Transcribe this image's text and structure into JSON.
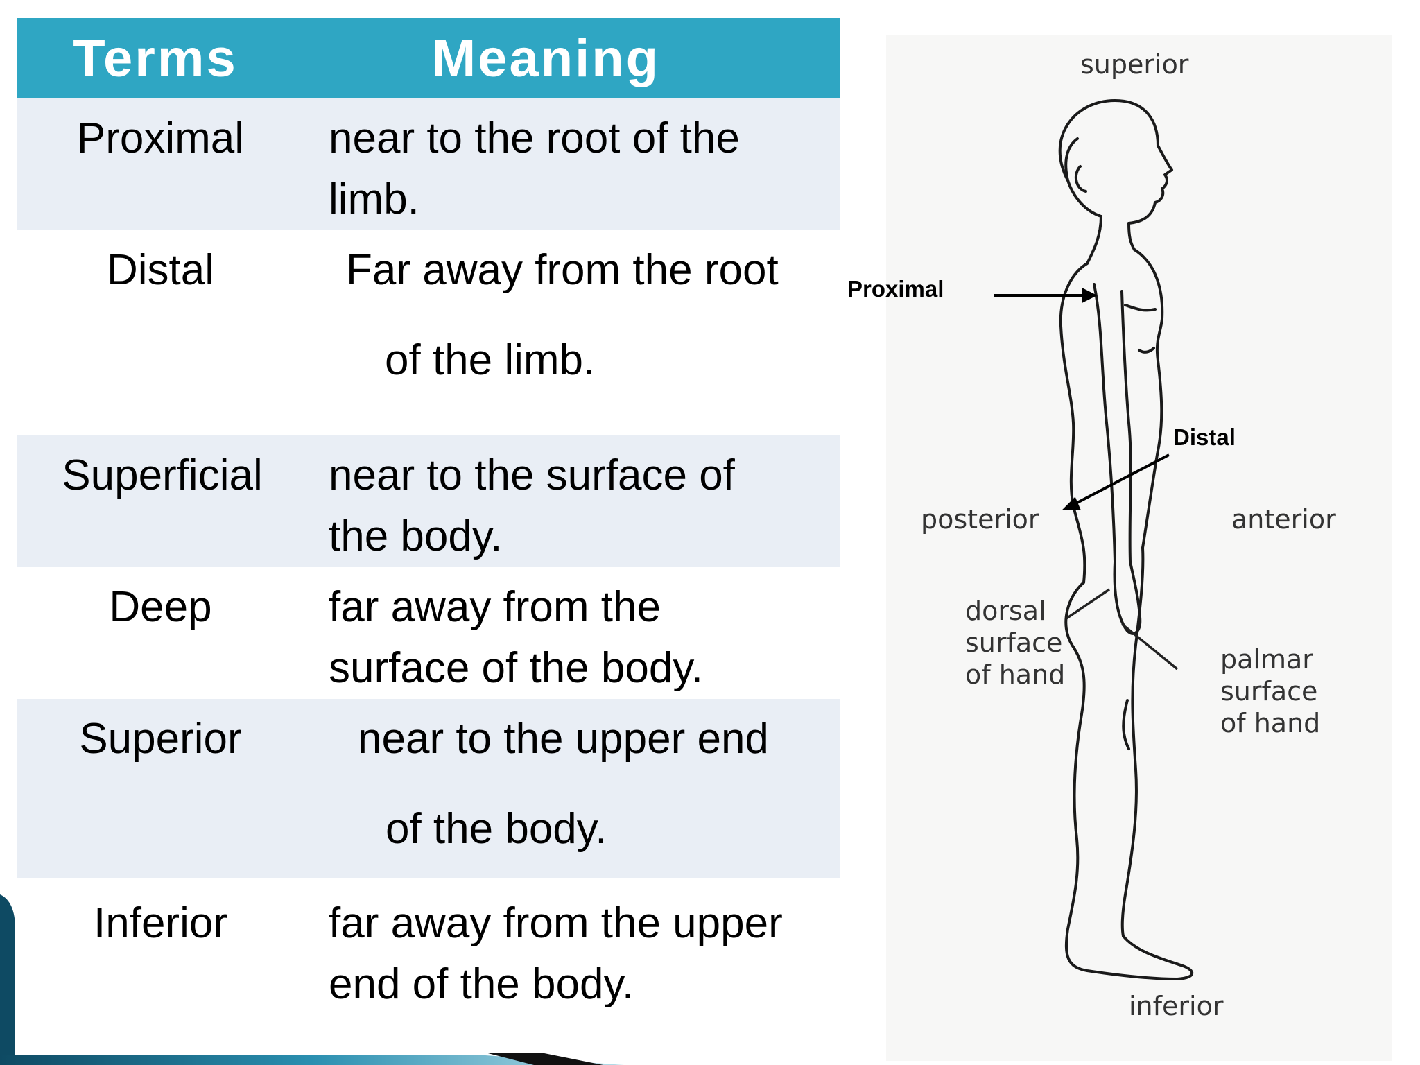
{
  "table": {
    "header": {
      "terms": "Terms",
      "meaning": "Meaning"
    },
    "rows": [
      {
        "term": "Proximal",
        "meaning_lines": [
          "near to the root of the",
          "limb."
        ]
      },
      {
        "term": "Distal",
        "meaning_lines": [
          "Far away from the root",
          "of the limb."
        ]
      },
      {
        "term": "Superficial",
        "meaning_lines": [
          "near to the surface of",
          "the body."
        ]
      },
      {
        "term": "Deep",
        "meaning_lines": [
          "far away from the",
          "surface of the body."
        ]
      },
      {
        "term": "Superior",
        "meaning_lines": [
          "near to the upper end",
          "of the body."
        ]
      },
      {
        "term": "Inferior",
        "meaning_lines": [
          "far away from the upper",
          "end of the body."
        ]
      }
    ]
  },
  "figure": {
    "labels": {
      "superior": "superior",
      "inferior": "inferior",
      "posterior": "posterior",
      "anterior": "anterior",
      "dorsal": [
        "dorsal",
        "surface",
        "of hand"
      ],
      "palmar": [
        "palmar",
        "surface",
        "of hand"
      ]
    },
    "annotations": {
      "proximal": "Proximal",
      "distal": "Distal"
    }
  },
  "colors": {
    "header_bg": "#2fa6c3",
    "row_shade": "#e9eef5",
    "accent_dark": "#0e3e57"
  }
}
